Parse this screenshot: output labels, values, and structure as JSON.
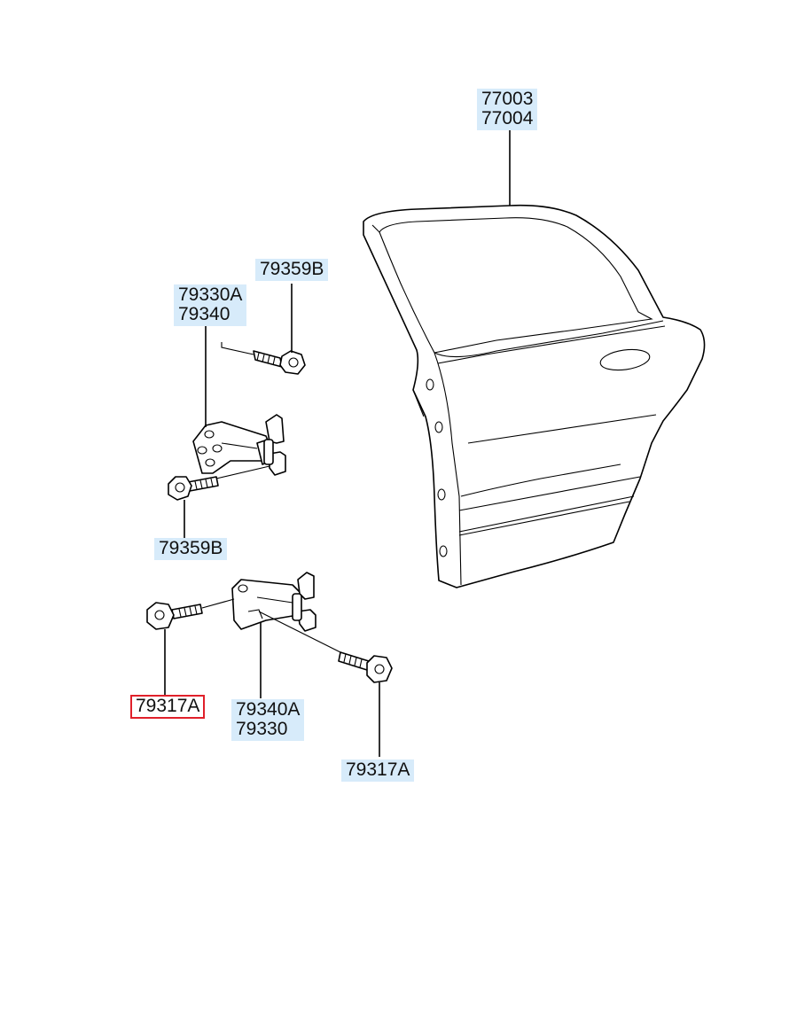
{
  "callouts": {
    "door": {
      "line1": "77003",
      "line2": "77004"
    },
    "upper_hinge": {
      "line1": "79330A",
      "line2": "79340"
    },
    "upper_bolt_top": {
      "line1": "79359B"
    },
    "upper_bolt_bottom": {
      "line1": "79359B"
    },
    "lower_bolt_left": {
      "line1": "79317A"
    },
    "lower_hinge": {
      "line1": "79340A",
      "line2": "79330"
    },
    "lower_bolt_right": {
      "line1": "79317A"
    }
  },
  "colors": {
    "callout_bg": "#d7ebfa",
    "selected_outline": "#e0202a"
  }
}
